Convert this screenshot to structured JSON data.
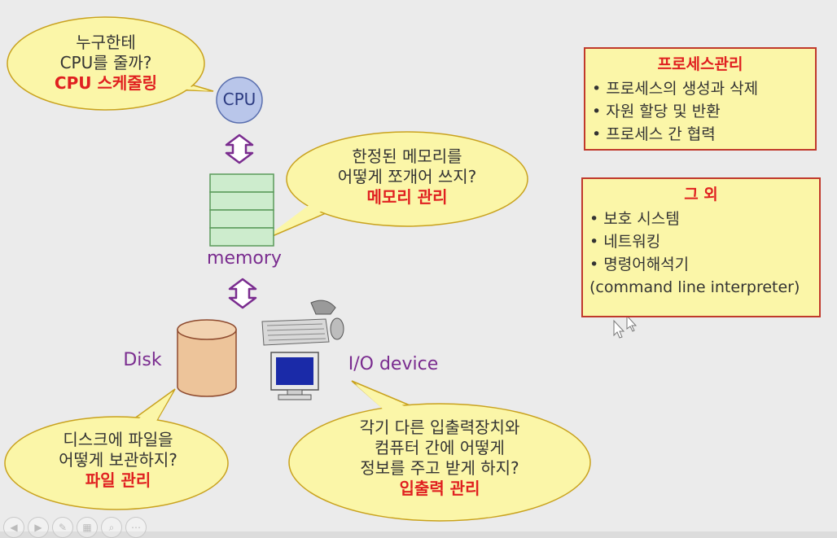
{
  "bubbles": {
    "cpu": {
      "line1": "누구한테",
      "line2": "CPU를 줄까?",
      "title": "CPU 스케줄링"
    },
    "memory": {
      "line1": "한정된 메모리를",
      "line2": "어떻게 쪼개어 쓰지?",
      "title": "메모리 관리"
    },
    "disk": {
      "line1": "디스크에 파일을",
      "line2": "어떻게 보관하지?",
      "title": "파일 관리"
    },
    "io": {
      "line1": "각기 다른 입출력장치와",
      "line2": "컴퓨터 간에 어떻게",
      "line3": "정보를 주고 받게 하지?",
      "title": "입출력 관리"
    }
  },
  "components": {
    "cpu_label": "CPU",
    "memory_label": "memory",
    "disk_label": "Disk",
    "io_label": "I/O device"
  },
  "process_box": {
    "title": "프로세스관리",
    "items": [
      "프로세스의 생성과 삭제",
      "자원 할당 및 반환",
      "프로세스 간 협력"
    ]
  },
  "other_box": {
    "title": "그 외",
    "items": [
      "보호 시스템",
      "네트워킹",
      "명령어해석기"
    ],
    "note": "(command line interpreter)"
  },
  "colors": {
    "bubble_fill": "#fbf6a8",
    "accent_red": "#e02020",
    "purple": "#7a2c8f",
    "cpu_fill": "#b9c6ea"
  },
  "toolbar_icons": [
    "prev-icon",
    "next-icon",
    "pen-icon",
    "slides-icon",
    "zoom-icon",
    "more-icon"
  ]
}
